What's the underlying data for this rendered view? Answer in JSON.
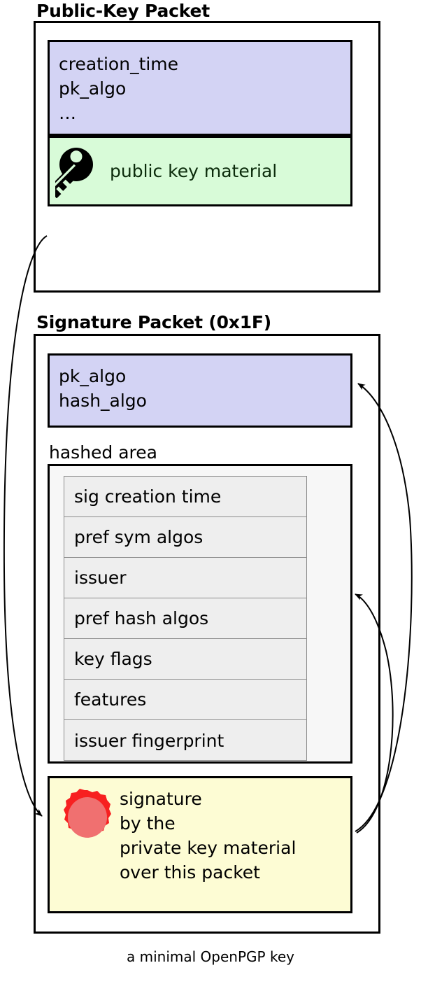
{
  "caption": "a minimal OpenPGP key",
  "colors": {
    "lavender": "#d3d3f4",
    "green": "#d8fbd8",
    "yellow": "#fdfcd4",
    "hashed_area_bg": "#f7f7f7",
    "subpacket_bg": "#eeeeee",
    "seal_outer": "#f72020",
    "seal_inner": "#f07070",
    "stroke": "#000000",
    "background": "#ffffff"
  },
  "public_key_packet": {
    "title": "Public-Key Packet",
    "header_fields": "creation_time\npk_algo\n…",
    "header_lines": [
      "creation_time",
      "pk_algo",
      "..."
    ],
    "key_material": {
      "icon": "key-icon",
      "label": "public key material"
    }
  },
  "signature_packet": {
    "title": "Signature Packet (0x1F)",
    "algo_fields": "pk_algo\nhash_algo",
    "algo_lines": [
      "pk_algo",
      "hash_algo"
    ],
    "hashed_area": {
      "label": "hashed area",
      "subpackets": [
        "sig creation time",
        "pref sym algos",
        "issuer",
        "pref hash algos",
        "key flags",
        "features",
        "issuer fingerprint"
      ]
    },
    "signature_block": {
      "icon": "wax-seal-icon",
      "text": "signature\nby the\nprivate key material\nover this packet",
      "lines": [
        "signature",
        "by the",
        "private key material",
        "over this packet"
      ]
    }
  },
  "connectors": [
    {
      "name": "public-key-to-signature",
      "from": "public-key-packet",
      "to": "signature-block"
    },
    {
      "name": "signature-to-algo-fields",
      "from": "signature-block",
      "to": "signature-algo-box"
    },
    {
      "name": "signature-to-hashed-area",
      "from": "signature-block",
      "to": "hashed-area-box"
    }
  ]
}
